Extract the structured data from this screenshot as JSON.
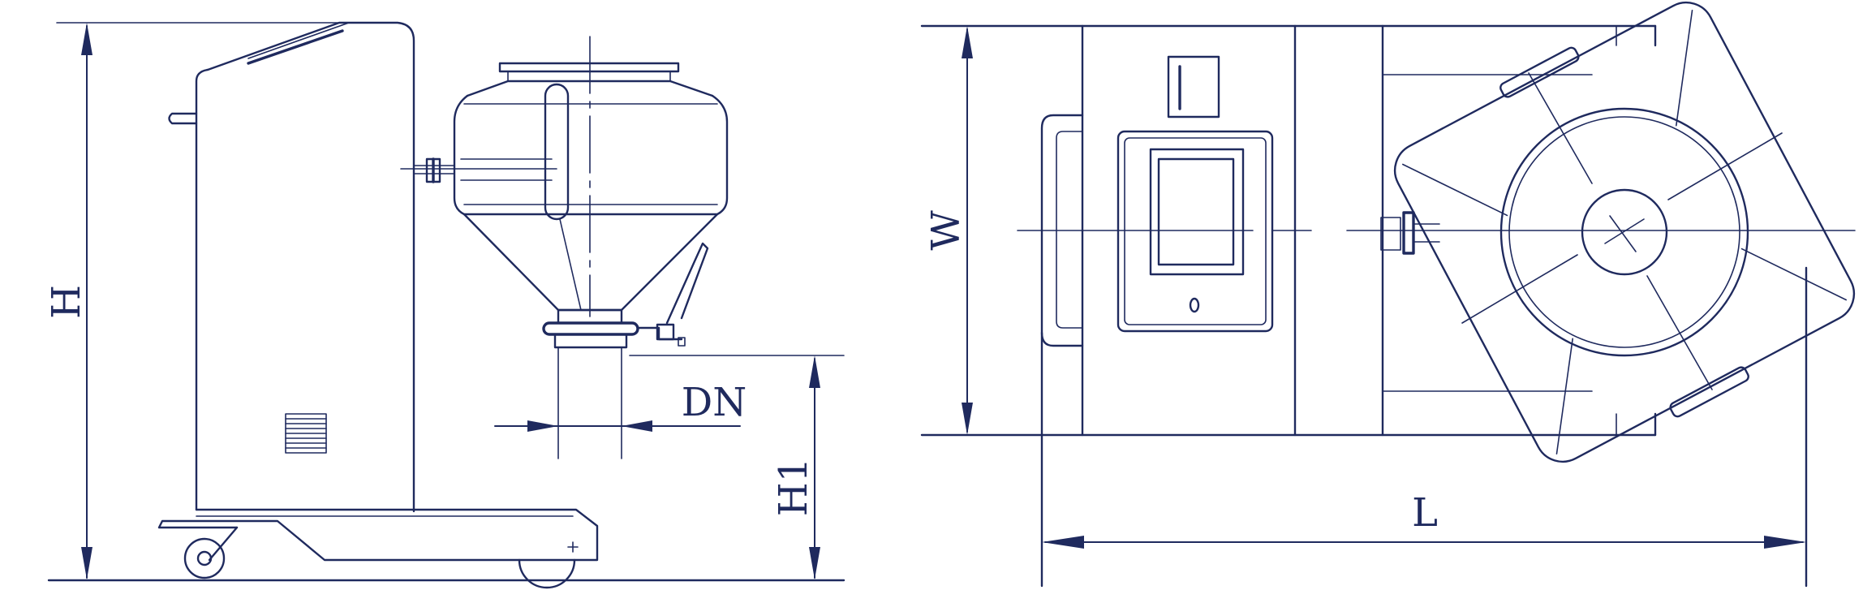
{
  "labels": {
    "height": "H",
    "outlet_height": "H1",
    "outlet_diameter": "DN",
    "width": "W",
    "length": "L"
  },
  "colors": {
    "line": "#1f2a5e",
    "background": "#ffffff"
  }
}
